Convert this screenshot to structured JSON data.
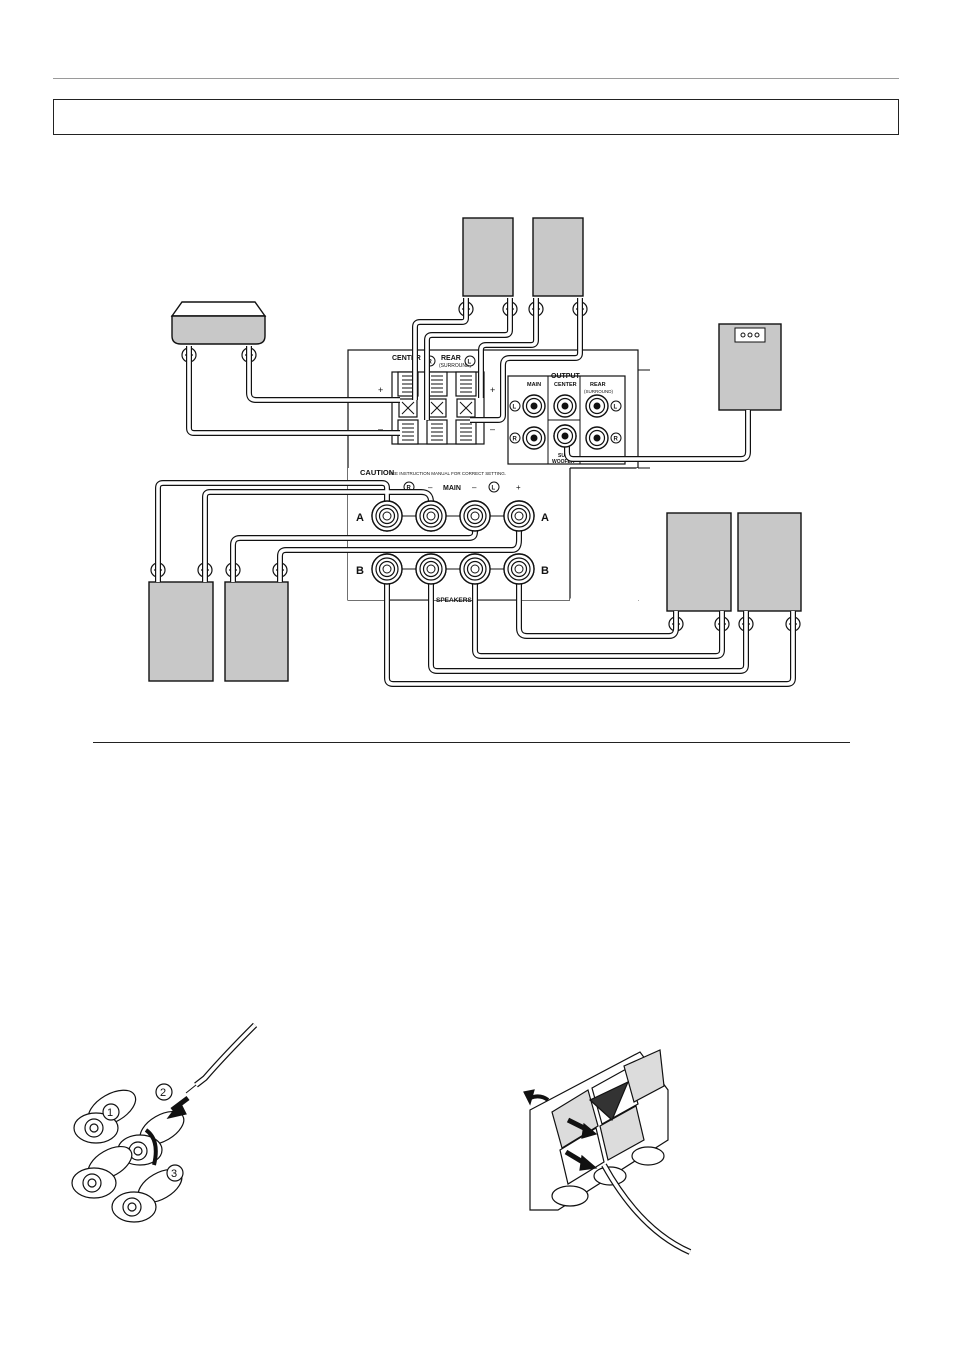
{
  "panel": {
    "center": "CENTER",
    "rear": "REAR",
    "rear_sub": "(SURROUND)",
    "r_mark": "R",
    "l_mark": "L",
    "plus": "+",
    "minus": "–",
    "output": "OUTPUT",
    "main": "MAIN",
    "rear_out": "REAR",
    "sub_l1": "SUB",
    "sub_l2": "WOOFER",
    "caution": "CAUTION",
    "caution_note": "SEE INSTRUCTION MANUAL FOR CORRECT SETTING.",
    "row_a": "A",
    "row_b": "B",
    "speakers": "SPEAKERS"
  },
  "icons": {
    "plus_circle": "plus-circle-icon",
    "minus_circle": "minus-circle-icon"
  },
  "colors": {
    "speaker_fill": "#c8c8c8",
    "line": "#111111"
  }
}
